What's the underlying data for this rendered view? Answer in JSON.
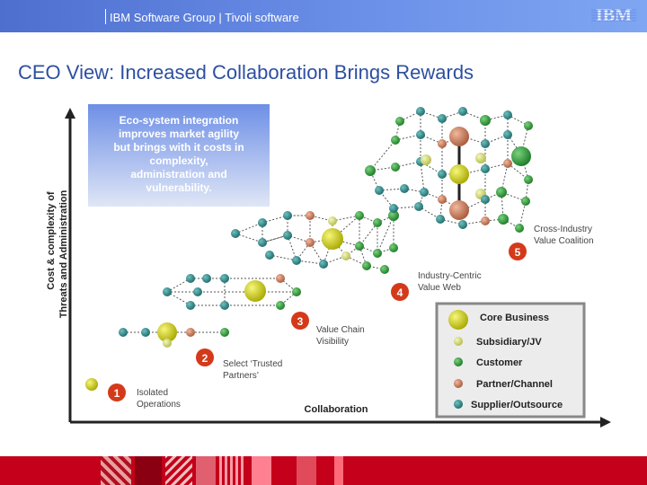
{
  "header": {
    "group_text": "IBM Software Group | Tivoli software",
    "logo_text": "IBM"
  },
  "slide": {
    "title": "CEO View: Increased Collaboration Brings Rewards"
  },
  "diagram": {
    "y_axis_label_line1": "Cost & complexity of",
    "y_axis_label_line2": "Threats and Administration",
    "x_axis_label": "Collaboration",
    "callout_lines": [
      "Eco-system integration",
      "improves market agility",
      "but brings with it costs in",
      "complexity,",
      "administration and",
      "vulnerability."
    ],
    "stages": [
      {
        "number": "1",
        "line1": "Isolated",
        "line2": "Operations"
      },
      {
        "number": "2",
        "line1": "Select ‘Trusted",
        "line2": "Partners’"
      },
      {
        "number": "3",
        "line1": "Value Chain",
        "line2": "Visibility"
      },
      {
        "number": "4",
        "line1": "Industry-Centric",
        "line2": "Value Web"
      },
      {
        "number": "5",
        "line1": "Cross-Industry",
        "line2": "Value Coalition"
      }
    ],
    "legend": [
      {
        "label": "Core Business",
        "color": "#c8c800"
      },
      {
        "label": "Subsidiary/JV",
        "color": "#c8d060"
      },
      {
        "label": "Customer",
        "color": "#2e9a3a"
      },
      {
        "label": "Partner/Channel",
        "color": "#c87a5a"
      },
      {
        "label": "Supplier/Outsource",
        "color": "#3a8a8a"
      }
    ]
  },
  "colors": {
    "header": "#5b7fdb",
    "title": "#2d4fa1",
    "footer": "#c4001a",
    "stage_marker": "#d43a1a"
  }
}
